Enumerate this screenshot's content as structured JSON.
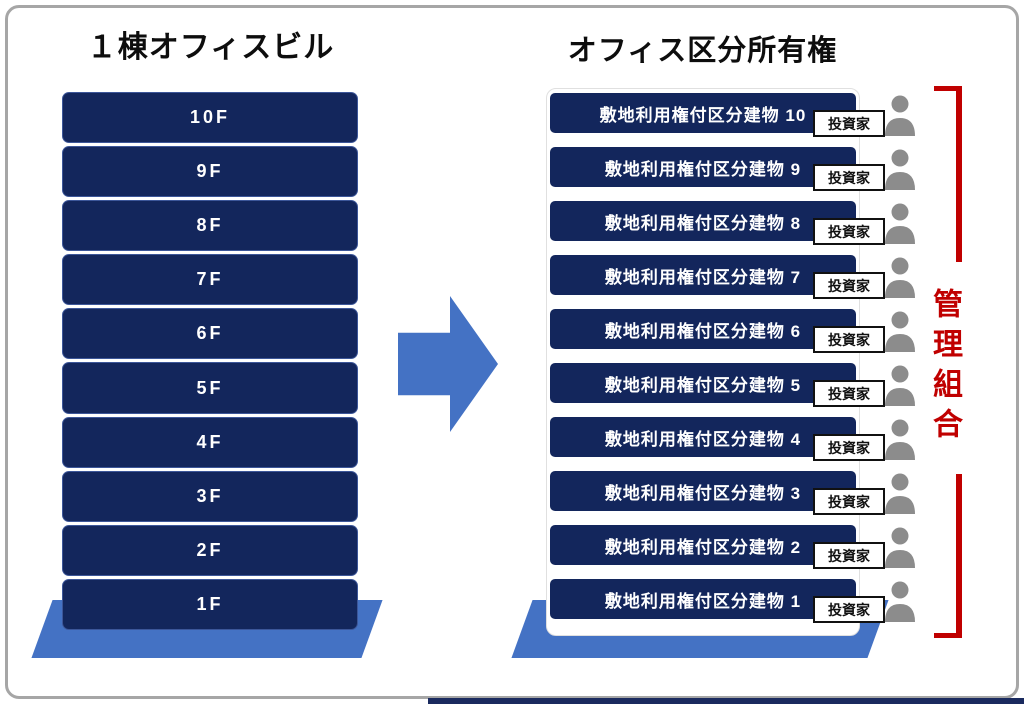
{
  "diagram": {
    "left": {
      "title": "１棟オフィスビル",
      "floors": [
        "10F",
        "9F",
        "8F",
        "7F",
        "6F",
        "5F",
        "4F",
        "3F",
        "2F",
        "1F"
      ]
    },
    "right": {
      "title": "オフィス区分所有権",
      "investor_label": "投資家",
      "units": [
        "敷地利用権付区分建物 10",
        "敷地利用権付区分建物 9",
        "敷地利用権付区分建物 8",
        "敷地利用権付区分建物 7",
        "敷地利用権付区分建物 6",
        "敷地利用権付区分建物 5",
        "敷地利用権付区分建物 4",
        "敷地利用権付区分建物 3",
        "敷地利用権付区分建物 2",
        "敷地利用権付区分建物 1"
      ]
    },
    "bracket_label": "管理組合",
    "icons": {
      "person": "person-icon",
      "arrow": "right-arrow-shape"
    },
    "colors": {
      "navy": "#13265c",
      "accent_blue": "#4472c4",
      "red": "#c00000",
      "person_gray": "#8c8c8c"
    }
  }
}
